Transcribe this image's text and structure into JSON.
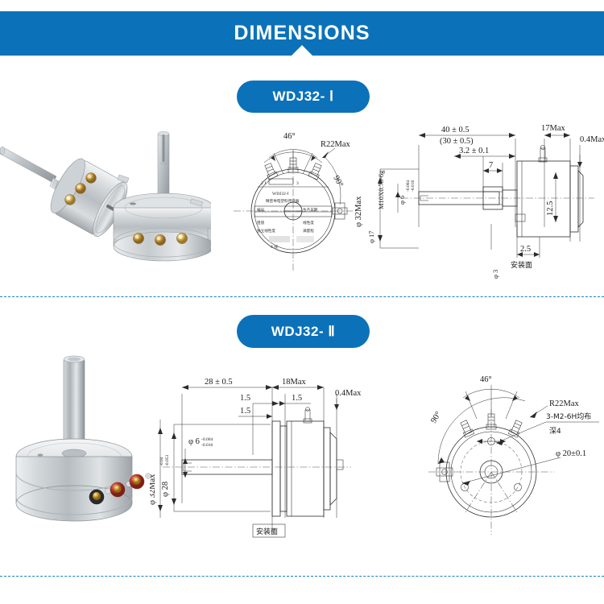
{
  "header": {
    "title": "DIMENSIONS",
    "banner_color": "#0b72b9",
    "text_color": "#ffffff",
    "notch_icon": "down-triangle-notch"
  },
  "divider": {
    "color": "#1b7fc0",
    "style": "dashed"
  },
  "sections": [
    {
      "id": "wdj32-1",
      "pill_label": "WDJ32- Ⅰ",
      "photo": {
        "alt": "two silver rotary potentiometers with threaded shafts and brass terminals",
        "body_color": "#c9cdd0",
        "shaft_color": "#b9bfc3",
        "terminal_color": "#c08a3e"
      },
      "front_view": {
        "name": "front-face-drawing",
        "labels": {
          "angle_span": "46°",
          "angle_side": "90°",
          "radius": "R22Max",
          "diameter": "φ 32Max"
        },
        "nameplate": {
          "model": "WDJ32-Ⅰ",
          "title": "精密导电塑料传感器",
          "rows": [
            {
              "left": "编号",
              "right": "生产日期"
            },
            {
              "left": "阻值",
              "right": "线性度"
            },
            {
              "left": "独立线性度",
              "right": "满量程"
            }
          ]
        }
      },
      "side_view": {
        "name": "side-section-drawing",
        "labels": {
          "length_main": "40 ± 0.5",
          "length_alt": "(30 ± 0.5)",
          "shoulder": "3.2 ± 0.1",
          "thread_len": "7",
          "body_len": "17Max",
          "flange": "0.4Max",
          "terminal_h": "12.5",
          "step": "2.5",
          "thread": "M10X0.75-6g",
          "shaft_dia": "φ 6",
          "seat_dia": "φ 17",
          "pin_dia": "φ 3",
          "mount_face": "安装面"
        }
      }
    },
    {
      "id": "wdj32-2",
      "pill_label": "WDJ32- Ⅱ",
      "photo": {
        "alt": "silver rotary potentiometer with plain vertical shaft and red and gold terminals",
        "body_color": "#c9cdd0",
        "shaft_color": "#b9bfc3",
        "terminal_red": "#c0392b",
        "terminal_gold": "#d4a12a"
      },
      "side_view": {
        "name": "side-section-drawing",
        "labels": {
          "shaft_len": "28 ± 0.5",
          "body_len": "18Max",
          "step_a": "1.5",
          "step_b": "1.5",
          "flange": "0.4Max",
          "shaft_dia": "φ 6",
          "shaft_tol_up": "-0.004",
          "shaft_tol_dn": "-0.016",
          "body_dia": "φ 28",
          "body_tol_up": "-0.04",
          "body_tol_dn": "-0.053",
          "outer_dia": "φ 32Max",
          "mount_face": "安装面"
        }
      },
      "rear_view": {
        "name": "rear-face-drawing",
        "labels": {
          "angle_span": "46°",
          "angle_side": "90°",
          "radius": "R22Max",
          "tapped_holes": "3-M2-6H均布",
          "depth": "深4",
          "bolt_circle": "φ 20±0.1"
        }
      }
    }
  ]
}
